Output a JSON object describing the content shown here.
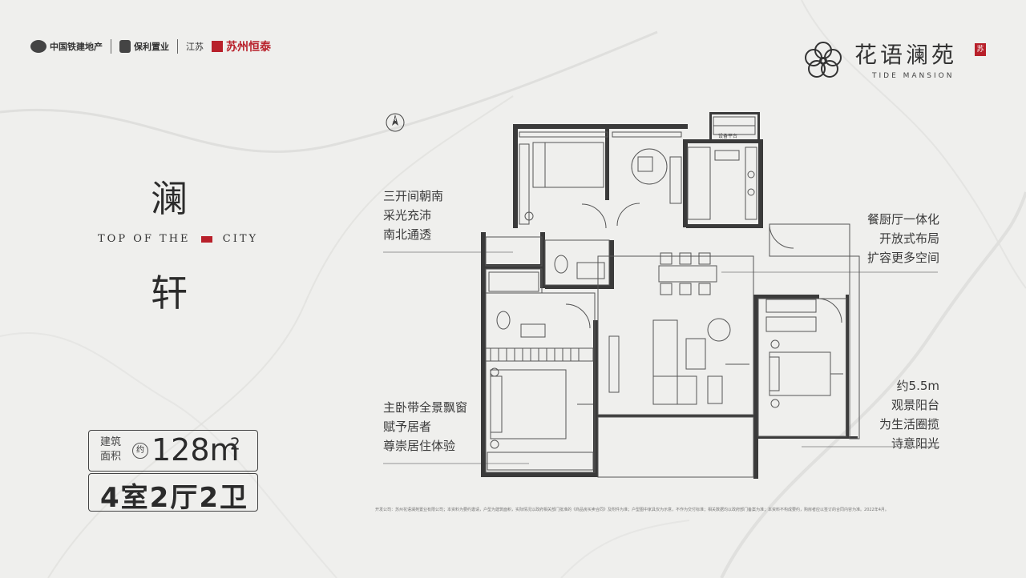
{
  "header": {
    "developer_logos": [
      {
        "text": "中国铁建地产",
        "color": "#333333"
      },
      {
        "text": "保利置业",
        "color": "#333333"
      },
      {
        "text": "江苏",
        "color": "#333333"
      },
      {
        "text": "苏州恒泰",
        "color": "#b8202a"
      }
    ],
    "brand": {
      "title": "花语澜苑",
      "subtitle": "TIDE MANSION",
      "seal": "苏"
    }
  },
  "unit": {
    "name_top": "澜",
    "name_bottom": "轩",
    "tagline_left": "TOP OF THE",
    "tagline_right": "CITY",
    "area_label": "建筑面积",
    "area_approx": "约",
    "area_value": "128m",
    "area_sup": "2",
    "layout": "4室2厅2卫"
  },
  "annotations": {
    "north": [
      "三开间朝南",
      "采光充沛",
      "南北通透"
    ],
    "kitchen": [
      "餐厨厅一体化",
      "开放式布局",
      "扩容更多空间"
    ],
    "master": [
      "主卧带全景飘窗",
      "赋予居者",
      "尊崇居住体验"
    ],
    "balcony": [
      "约5.5m",
      "观景阳台",
      "为生活圈揽",
      "诗意阳光"
    ]
  },
  "plan": {
    "compass": "N",
    "platform_label": "设备平台"
  },
  "colors": {
    "background": "#efefed",
    "wall": "#3a3a3a",
    "accent_red": "#b8202a"
  },
  "fineprint": "开发公司：苏州花语澜苑置业有限公司；本资料为要约邀请，户型为建筑面积，实际情况以政府相关部门批准的《商品房买卖合同》及附件为准；户型图中家具仅为示意，不作为交付标准；相关数据均以政府部门备案为准；本资料不构成要约，购房者应以签订的合同内容为准。2022年4月。"
}
